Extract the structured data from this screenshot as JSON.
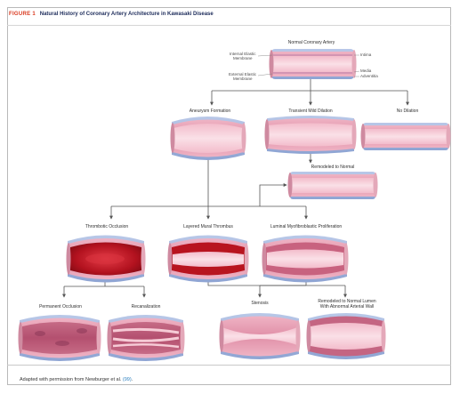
{
  "figure": {
    "number_label": "FIGURE 1",
    "title": "Natural History of Coronary Artery Architecture in Kawasaki Disease"
  },
  "normal": {
    "label": "Normal Coronary Artery",
    "layer_labels": {
      "internal_elastic_1": "Internal Elastic",
      "internal_elastic_2": "Membrane",
      "external_elastic_1": "External Elastic",
      "external_elastic_2": "Membrane",
      "intima": "Intima",
      "media": "Media",
      "adventitia": "Adventitia"
    }
  },
  "stages": {
    "aneurysm": "Aneurysm Formation",
    "transient": "Transient Mild Dilation",
    "no_dilation": "No Dilation",
    "remodeled_normal": "Remodeled to Normal",
    "thrombotic": "Thrombotic Occlusion",
    "layered": "Layered Mural Thrombus",
    "luminal": "Luminal Myofibroblastic Proliferation",
    "permanent": "Permanent Occlusion",
    "recanalization": "Recanalization",
    "stenosis": "Stenosis",
    "remodeled_abnormal_1": "Remodeled to Normal Lumen",
    "remodeled_abnormal_2": "With Abnormal Arterial Wall"
  },
  "footer": {
    "text": "Adapted with permission from Newburger et al.",
    "ref": "(99)",
    "end": "."
  },
  "colors": {
    "accent_red": "#d9381e",
    "title_navy": "#1c2b5a",
    "arrow_gray": "#555555",
    "adventitia_blue": "#9fb3dc",
    "media_pink": "#e7a3b6",
    "lumen_pink": "#f6cbd6",
    "thrombus_red": "#c31f2b"
  }
}
